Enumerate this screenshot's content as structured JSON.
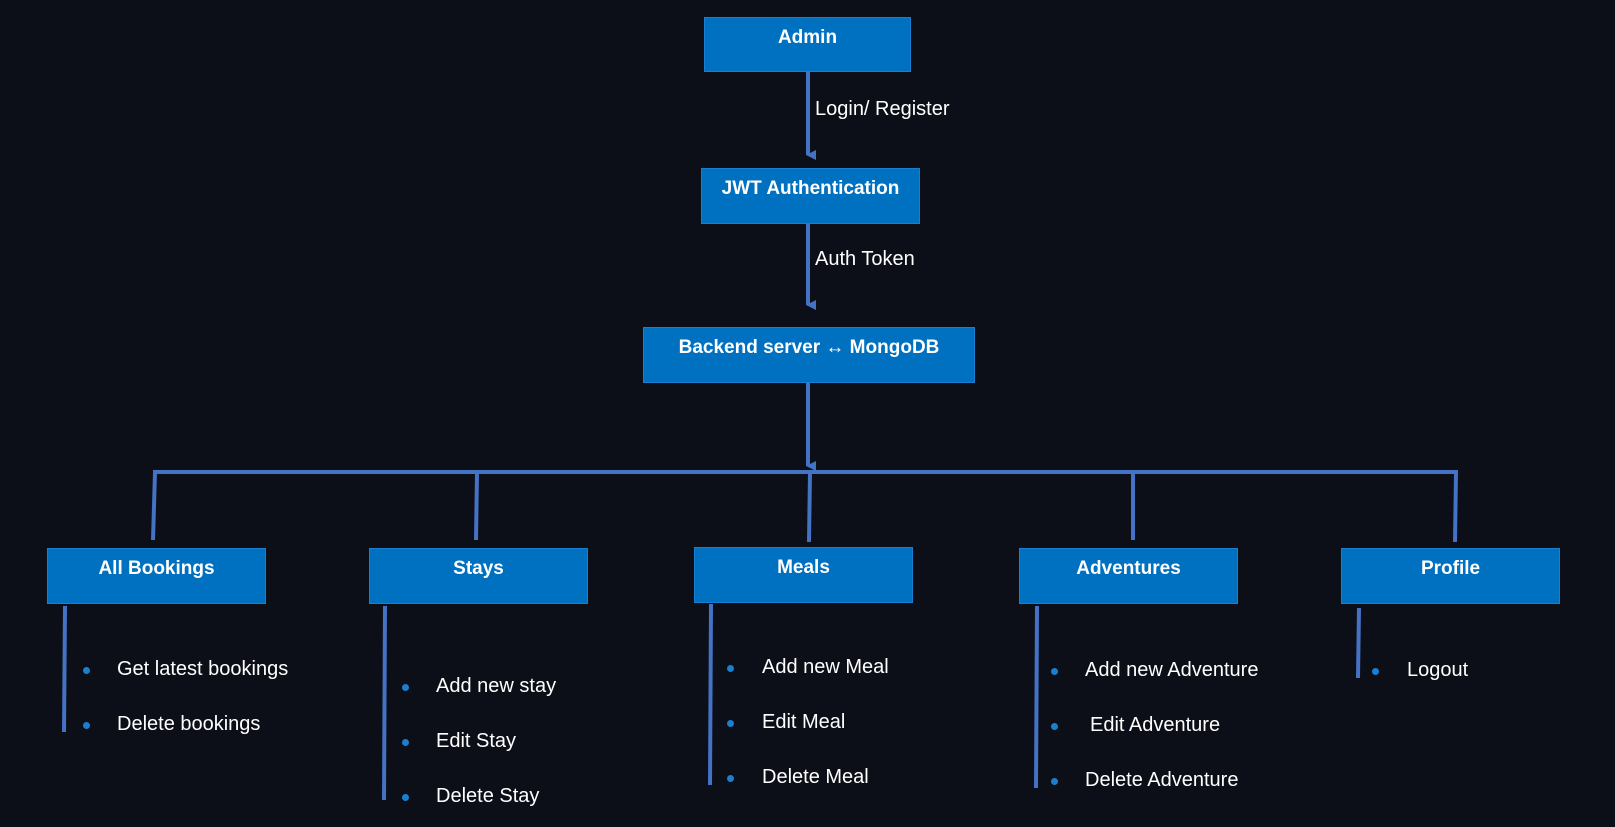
{
  "colors": {
    "background": "#0c0f17",
    "node_fill": "#0070c0",
    "connector": "#4472c4",
    "bullet": "#1a7fd0",
    "text": "#ffffff"
  },
  "nodes": {
    "admin": "Admin",
    "jwt": "JWT Authentication",
    "backend": "Backend server ↔ MongoDB"
  },
  "edges": {
    "admin_to_jwt": "Login/ Register",
    "jwt_to_backend": "Auth Token"
  },
  "modules": [
    {
      "title": "All Bookings",
      "items": [
        "Get latest bookings",
        "Delete bookings"
      ]
    },
    {
      "title": "Stays",
      "items": [
        "Add new stay",
        "Edit Stay",
        "Delete Stay"
      ]
    },
    {
      "title": "Meals",
      "items": [
        "Add new Meal",
        "Edit Meal",
        "Delete Meal"
      ]
    },
    {
      "title": "Adventures",
      "items": [
        "Add new Adventure",
        "Edit Adventure",
        "Delete Adventure"
      ]
    },
    {
      "title": "Profile",
      "items": [
        "Logout"
      ]
    }
  ]
}
